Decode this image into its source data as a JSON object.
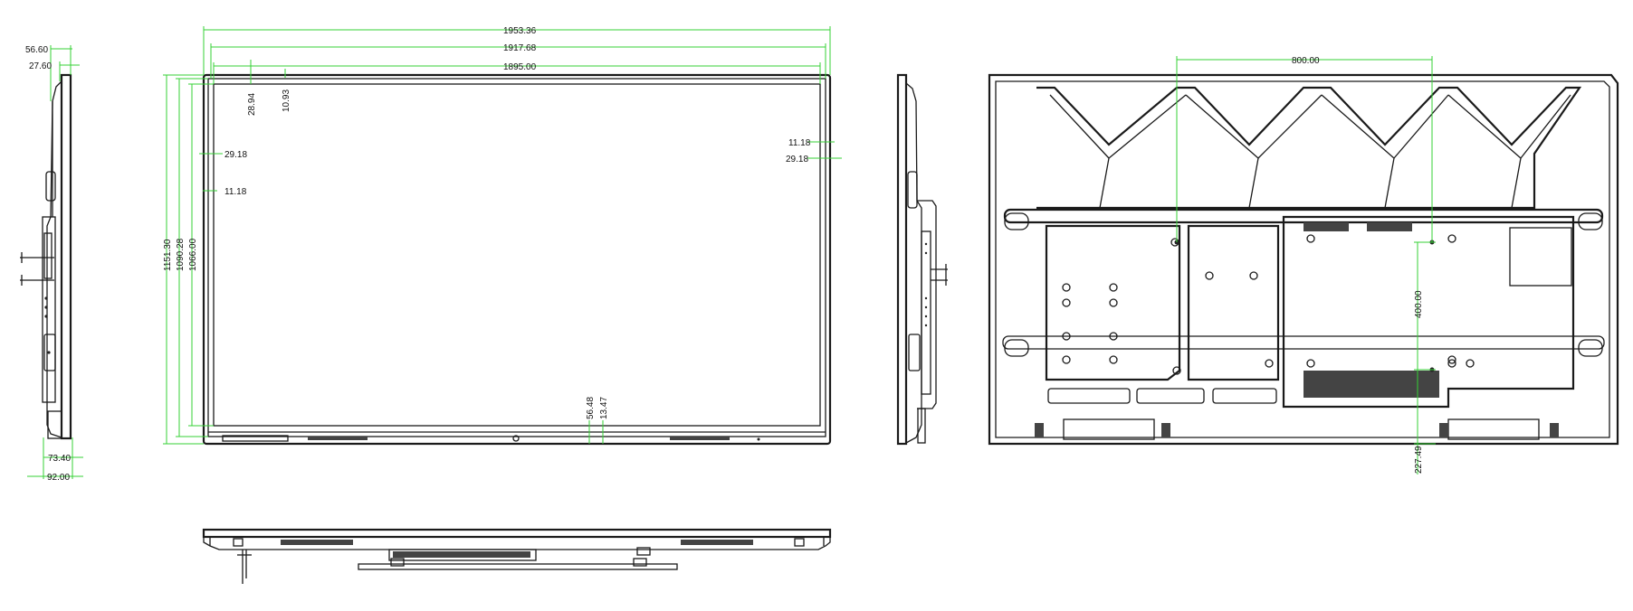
{
  "drawing": {
    "accent_color": "#35d235",
    "line_color": "#1a1a1a",
    "front_view": {
      "overall_width": "1953.36",
      "inner_width": "1917.68",
      "screen_width": "1895.00",
      "overall_height": "1151.30",
      "inner_height": "1090.28",
      "screen_height": "1066.00",
      "top_offset_outer": "28.94",
      "top_offset_inner": "10.93",
      "left_offset_outer": "29.18",
      "left_offset_inner": "11.18",
      "right_offset_inner": "11.18",
      "right_offset_outer": "29.18",
      "bottom_offset_outer": "56.48",
      "bottom_offset_inner": "13.47"
    },
    "left_side_view": {
      "depth_top_outer": "56.60",
      "depth_top_inner": "27.60",
      "depth_bottom_inner": "73.40",
      "depth_bottom_outer": "92.00"
    },
    "rear_view": {
      "vesa_horizontal": "800.00",
      "vesa_vertical": "400.00",
      "vesa_bottom_offset": "227.49"
    }
  }
}
